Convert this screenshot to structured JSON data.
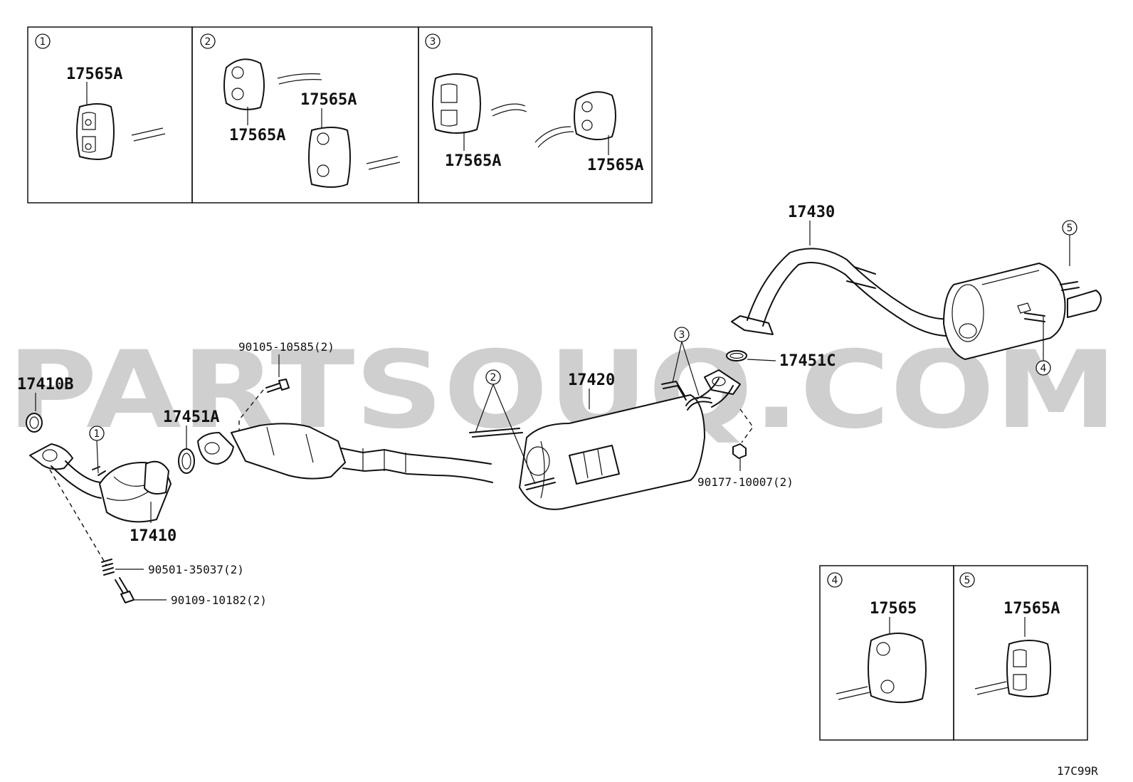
{
  "watermark": "PARTSOUQ.COM",
  "diagram_code": "17C99R",
  "insets": {
    "i1": {
      "num": "1",
      "label": "17565A"
    },
    "i2": {
      "num": "2",
      "label_a": "17565A",
      "label_b": "17565A"
    },
    "i3": {
      "num": "3",
      "label_a": "17565A",
      "label_b": "17565A"
    },
    "i4": {
      "num": "4",
      "label": "17565"
    },
    "i5": {
      "num": "5",
      "label": "17565A"
    }
  },
  "parts": {
    "p17410B": "17410B",
    "p17410": "17410",
    "p17451A": "17451A",
    "p17420": "17420",
    "p17430": "17430",
    "p17451C": "17451C",
    "bolt_90105": "90105-10585(2)",
    "nut_90177": "90177-10007(2)",
    "spring_90501": "90501-35037(2)",
    "bolt_90109": "90109-10182(2)"
  },
  "callouts": {
    "c1": "1",
    "c2": "2",
    "c3": "3",
    "c4": "4",
    "c5": "5"
  }
}
